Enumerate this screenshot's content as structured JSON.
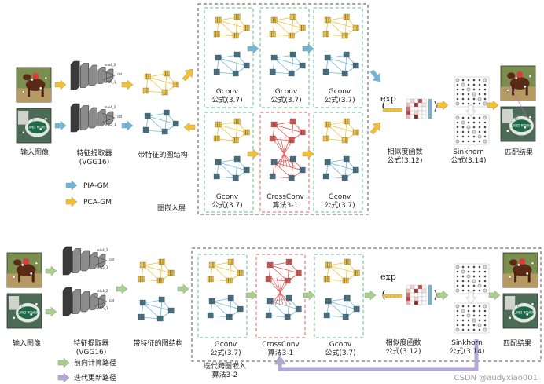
{
  "top": {
    "input_label": "输入图像",
    "extractor_label": "特征提取器",
    "extractor_model": "(VGG16)",
    "graph_label": "带特征的图结构",
    "embedding_layer_label": "图嵌入层",
    "gconv_label": "Gconv",
    "gconv_formula": "公式(3.7)",
    "crossconv_label": "CrossConv",
    "crossconv_formula": "算法3-1",
    "exp_label": "exp",
    "similarity_label": "相似度函数",
    "similarity_formula": "公式(3.12)",
    "sinkhorn_label": "Sinkhorn",
    "sinkhorn_formula": "公式(3.14)",
    "result_label": "匹配结果",
    "legend": [
      {
        "label": "PIA-GM",
        "color": "#6fb7d6"
      },
      {
        "label": "PCA-GM",
        "color": "#f3c230"
      }
    ],
    "feature_tags": [
      "relu4_2",
      "relu5_1",
      "cat"
    ]
  },
  "bottom": {
    "input_label": "输入图像",
    "extractor_label": "特征提取器",
    "extractor_model": "(VGG16)",
    "graph_label": "带特征的图结构",
    "embedding_label": "迭代跨图嵌入",
    "embedding_formula": "算法3-2",
    "gconv_label": "Gconv",
    "gconv_formula": "公式(3.7)",
    "crossconv_label": "CrossConv",
    "crossconv_formula": "算法3-1",
    "exp_label": "exp",
    "similarity_label": "相似度函数",
    "similarity_formula": "公式(3.12)",
    "sinkhorn_label": "Sinkhorn",
    "sinkhorn_formula": "公式(3.14)",
    "result_label": "匹配结果",
    "legend": [
      {
        "label": "前向计算路径",
        "color": "#a8d08d"
      },
      {
        "label": "迭代更新路径",
        "color": "#b4a7d6"
      }
    ]
  },
  "image_text": "LAND ROVER",
  "watermark": "CSDN @audyxiao001",
  "colors": {
    "yellow": "#f3c230",
    "blue": "#6fb7d6",
    "red": "#e0524f",
    "green_dash": "#5cbf8a",
    "red_dash": "#e06060",
    "gray_dash": "#555555",
    "arrow_yellow": "#f5c02f",
    "arrow_blue": "#6fb7d6",
    "arrow_green": "#a8d08d",
    "arrow_purple": "#b4a7d6"
  }
}
